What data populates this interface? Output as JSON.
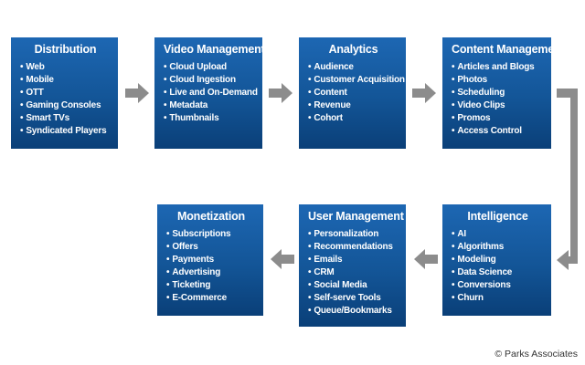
{
  "boxes": [
    {
      "id": "distribution",
      "title": "Distribution",
      "items": [
        "Web",
        "Mobile",
        "OTT",
        "Gaming Consoles",
        "Smart TVs",
        "Syndicated Players"
      ]
    },
    {
      "id": "video-management",
      "title": "Video Management",
      "items": [
        "Cloud Upload",
        "Cloud Ingestion",
        "Live and On-Demand",
        "Metadata",
        "Thumbnails"
      ]
    },
    {
      "id": "analytics",
      "title": "Analytics",
      "items": [
        "Audience",
        "Customer Acquisition",
        "Content",
        "Revenue",
        "Cohort"
      ]
    },
    {
      "id": "content-management",
      "title": "Content Management",
      "items": [
        "Articles and Blogs",
        "Photos",
        "Scheduling",
        "Video Clips",
        "Promos",
        "Access Control"
      ]
    },
    {
      "id": "intelligence",
      "title": "Intelligence",
      "items": [
        "AI",
        "Algorithms",
        "Modeling",
        "Data Science",
        "Conversions",
        "Churn"
      ]
    },
    {
      "id": "user-management",
      "title": "User Management",
      "items": [
        "Personalization",
        "Recommendations",
        "Emails",
        "CRM",
        "Social Media",
        "Self-serve Tools",
        "Queue/Bookmarks"
      ]
    },
    {
      "id": "monetization",
      "title": "Monetization",
      "items": [
        "Subscriptions",
        "Offers",
        "Payments",
        "Advertising",
        "Ticketing",
        "E-Commerce"
      ]
    }
  ],
  "colors": {
    "box": "#135597",
    "arrow": "#8c8c8c"
  },
  "copyright": "© Parks Associates"
}
